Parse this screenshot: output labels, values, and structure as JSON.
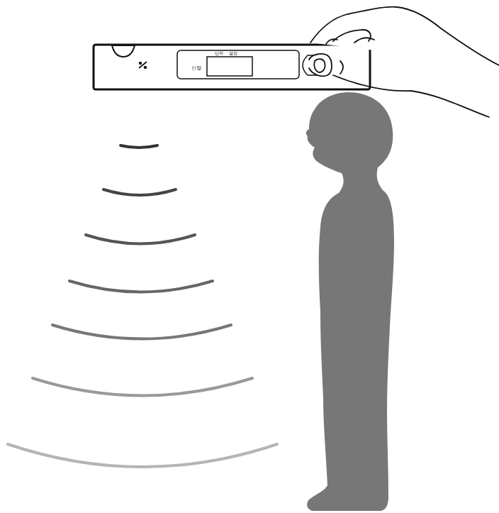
{
  "diagram": {
    "labels": [
      "신장",
      "단위",
      "설정"
    ]
  }
}
